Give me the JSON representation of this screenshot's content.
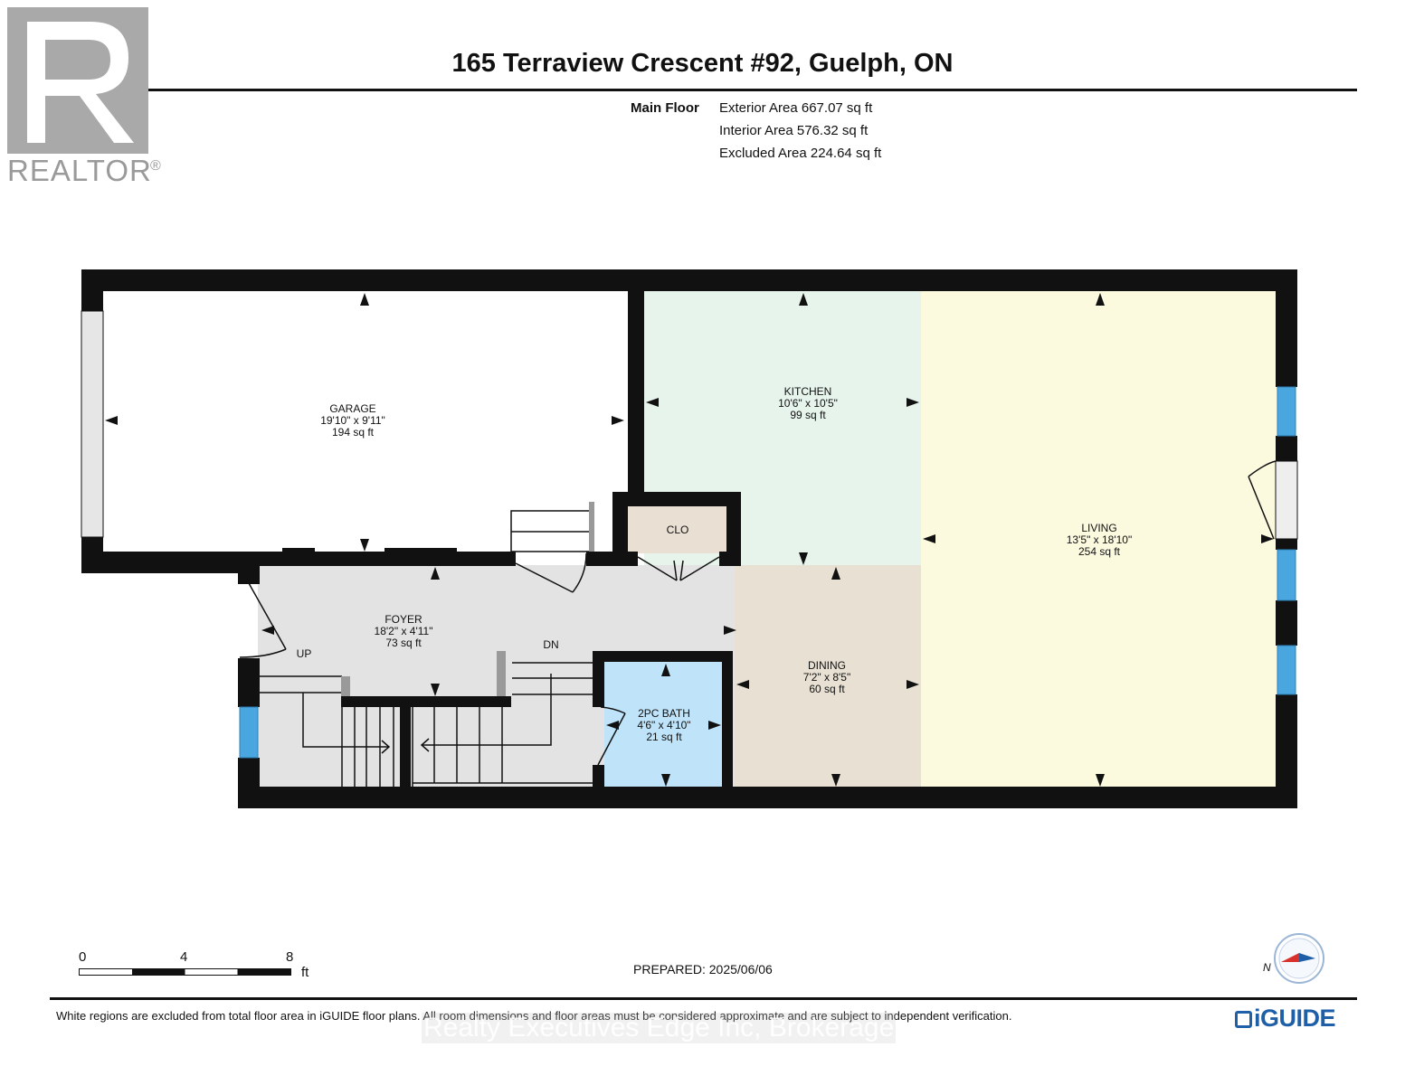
{
  "header": {
    "title": "165 Terraview Crescent #92, Guelph, ON",
    "floor_label": "Main Floor",
    "exterior_area": "Exterior Area 667.07 sq ft",
    "interior_area": "Interior Area 576.32 sq ft",
    "excluded_area": "Excluded Area 224.64 sq ft"
  },
  "logo": {
    "realtor": "REALTOR",
    "registered": "®"
  },
  "rooms": {
    "garage": {
      "name": "GARAGE",
      "dims": "19'10\" x 9'11\"",
      "area": "194 sq ft"
    },
    "kitchen": {
      "name": "KITCHEN",
      "dims": "10'6\" x 10'5\"",
      "area": "99 sq ft"
    },
    "living": {
      "name": "LIVING",
      "dims": "13'5\" x 18'10\"",
      "area": "254 sq ft"
    },
    "closet": {
      "name": "CLO"
    },
    "foyer": {
      "name": "FOYER",
      "dims": "18'2\" x 4'11\"",
      "area": "73 sq ft"
    },
    "dining": {
      "name": "DINING",
      "dims": "7'2\" x 8'5\"",
      "area": "60 sq ft"
    },
    "bath": {
      "name": "2PC BATH",
      "dims": "4'6\" x 4'10\"",
      "area": "21 sq ft"
    }
  },
  "stairs": {
    "up": "UP",
    "down": "DN"
  },
  "colors": {
    "wall": "#111111",
    "kitchen": "#e6f4ec",
    "living": "#fbf9de",
    "dining": "#e8e0d2",
    "closet": "#e9e0d3",
    "circulation": "#e3e3e3",
    "bath": "#bfe4fa",
    "window": "#4aa6de"
  },
  "scale": {
    "zero": "0",
    "four": "4",
    "eight": "8",
    "unit": "ft"
  },
  "footer": {
    "prepared": "PREPARED: 2025/06/06",
    "disclaimer": "White regions are excluded from total floor area in iGUIDE floor plans. All room dimensions and floor areas must be considered approximate and are subject to independent verification.",
    "brand": "iGUIDE",
    "watermark": "Realty Executives Edge Inc, Brokerage",
    "compass_letter": "N"
  }
}
